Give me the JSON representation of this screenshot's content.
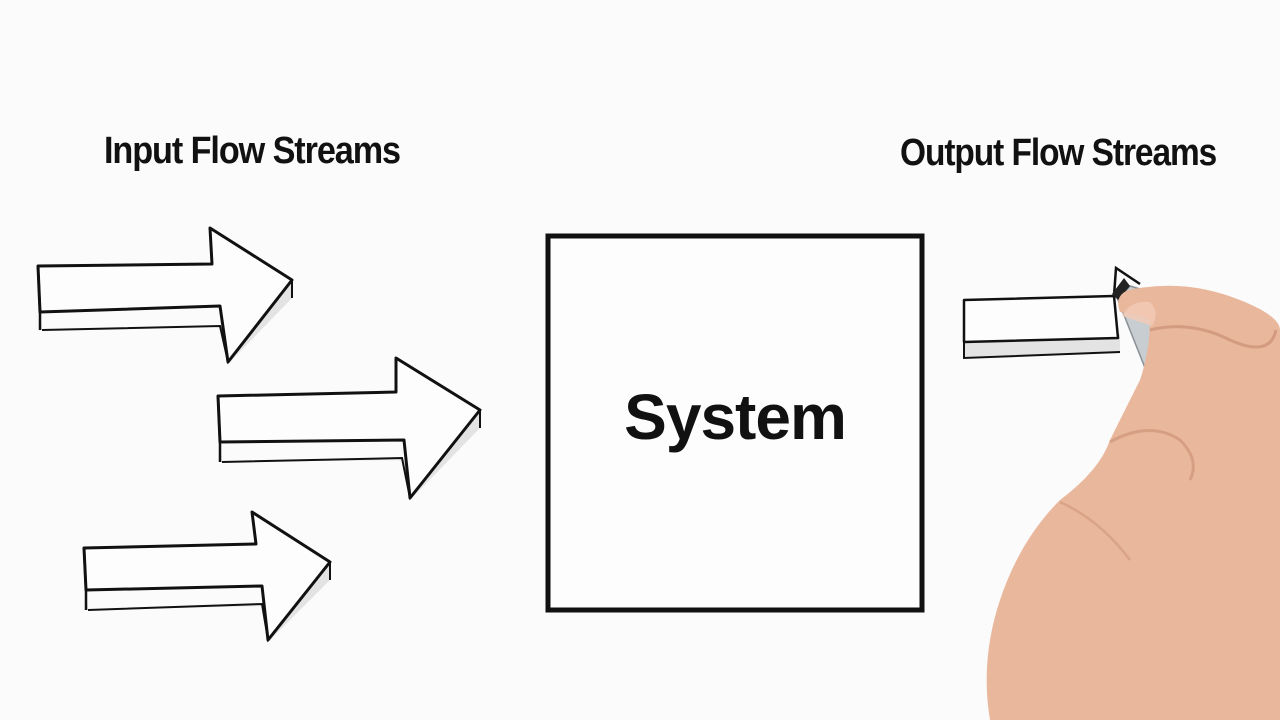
{
  "input_heading": "Input Flow Streams",
  "output_heading": "Output Flow Streams",
  "system_label": "System",
  "input_arrow_count": 3,
  "output_arrow_count": 1,
  "colors": {
    "ink": "#111111",
    "arrow_shadow": "#e3e3e3",
    "background": "#fbfbfb",
    "skin": "#e9b79c",
    "marker": "#c7cdd1"
  },
  "icons": [
    "arrow-right-icon",
    "hand-with-marker-icon"
  ]
}
